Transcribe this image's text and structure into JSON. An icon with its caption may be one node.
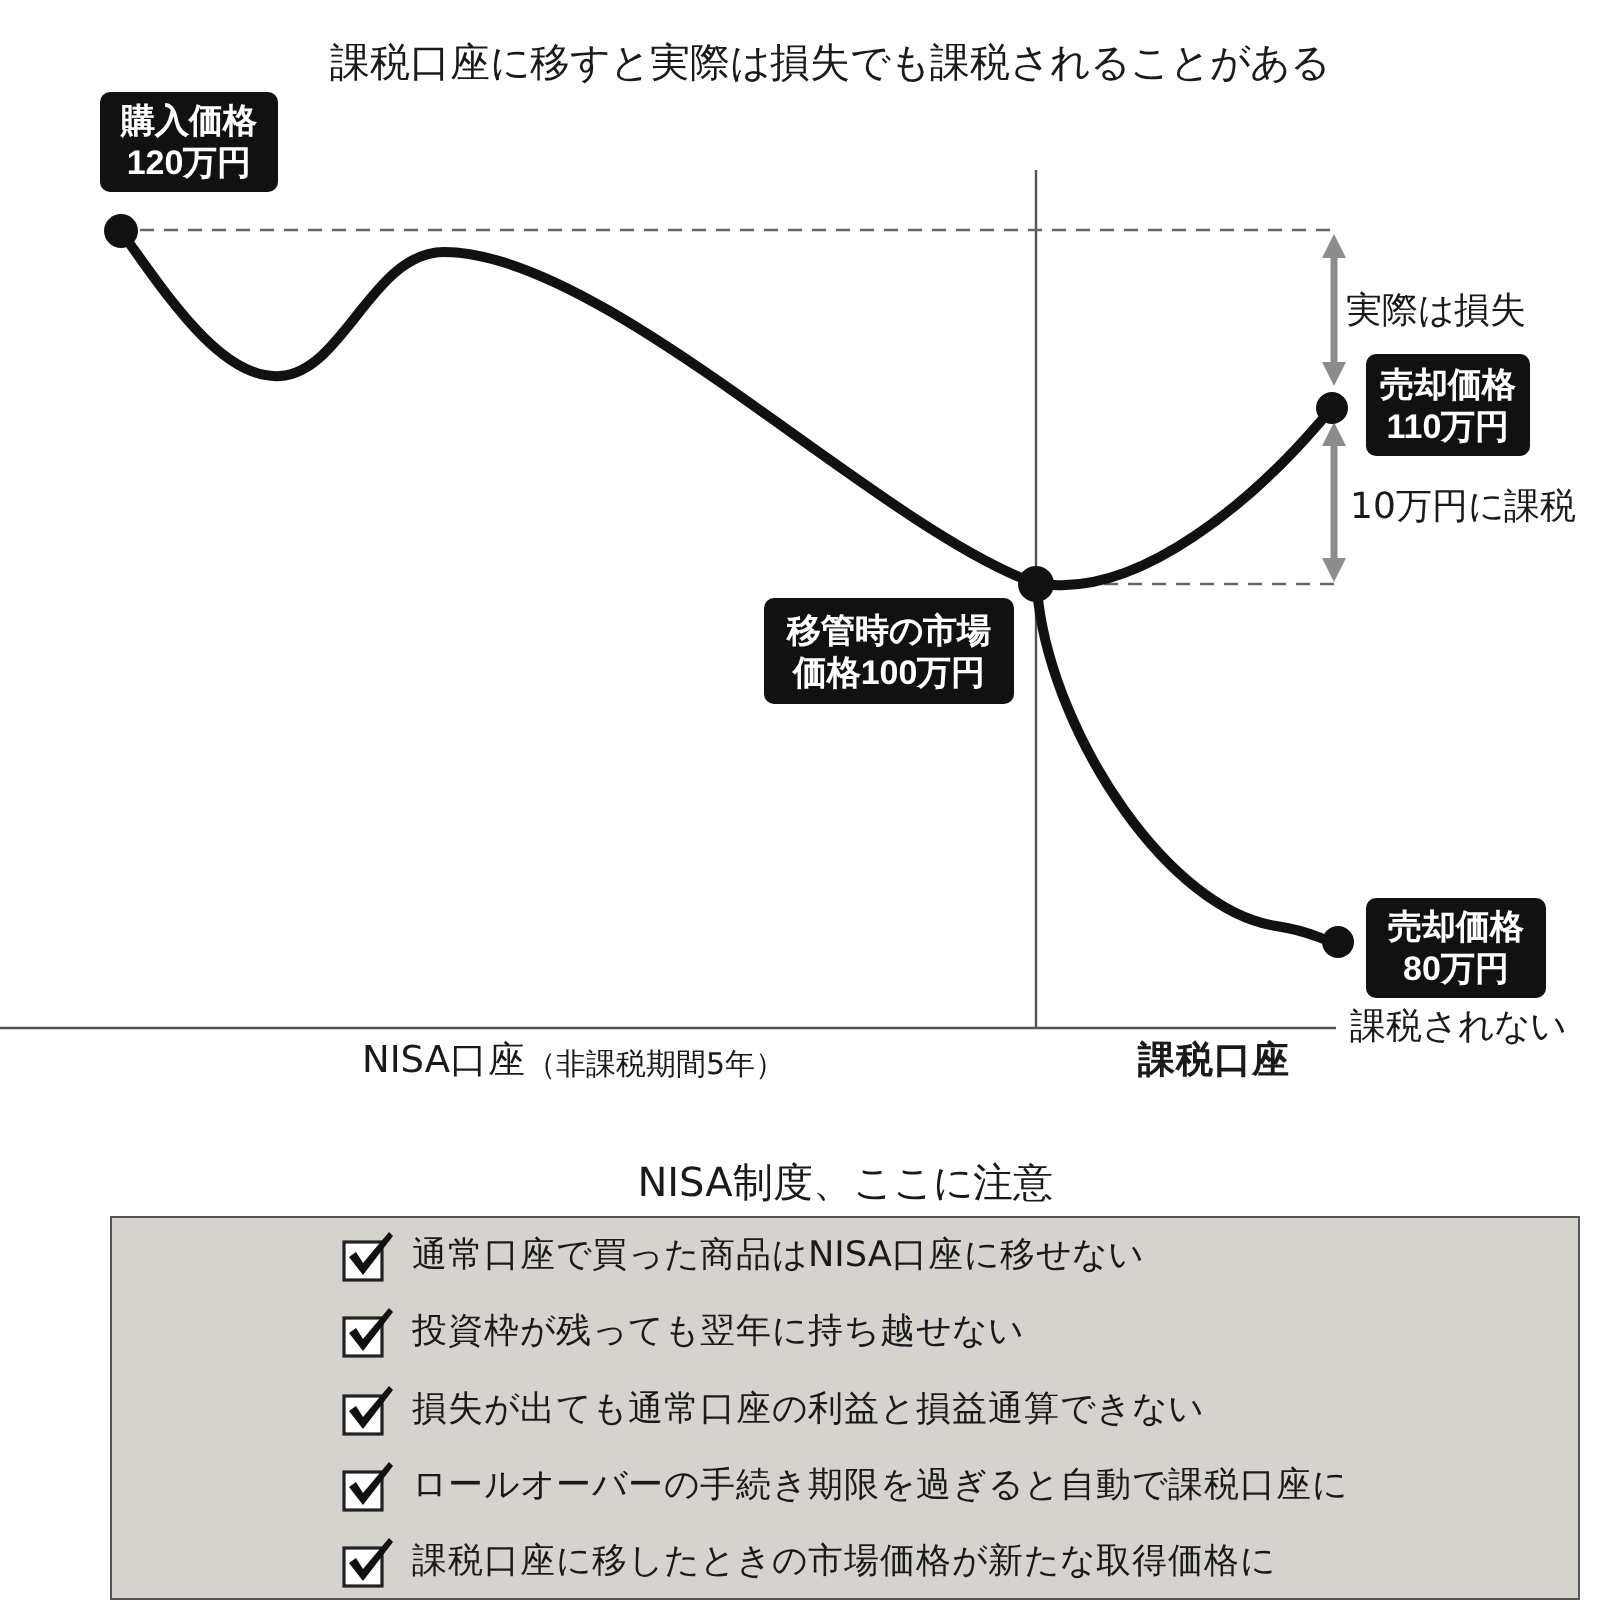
{
  "diagram": {
    "title": "課税口座に移すと実際は損失でも課税されることがある",
    "nodes": [
      {
        "text": [
          "購入価格120万円"
        ]
      },
      {
        "text": [],
        "shape": "circle"
      },
      {
        "text": [
          "売却価格110万円"
        ]
      },
      {
        "text": [],
        "shape": "circle"
      },
      {
        "text": [],
        "shape": "circle"
      },
      {
        "text": [
          "移管時の市場価格100万円"
        ]
      },
      {
        "text": [
          "売却価格80万円"
        ]
      },
      {
        "text": [],
        "shape": "circle"
      },
      {
        "text": [
          "NISA制度、ここに注意",
          "通常口座で買った商品はNISA口座に移せない",
          "投資枠が残っても翌年に持ち越せない",
          "損失が出ても通常口座の利益と損益通算できない",
          "ロールオーバーの手続き期限を過ぎると自動で課税口座に",
          "課税口座に移したときの市場価格が新たな取得価格に"
        ]
      }
    ],
    "edges": [
      {
        "from": 1,
        "to": 4,
        "arrow": "none"
      },
      {
        "from": 4,
        "to": 3,
        "arrow": "none"
      },
      {
        "from": 4,
        "to": 7,
        "arrow": "none"
      }
    ],
    "labels": [
      "実際は損失",
      "10万円に課税",
      "課税されない",
      "NISA口座",
      "（非課税期間5年）",
      "課税口座"
    ]
  }
}
